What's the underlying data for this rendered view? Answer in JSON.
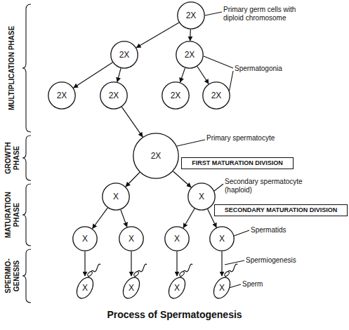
{
  "diagram": {
    "title": "Process of Spermatogenesis",
    "nodes": [
      {
        "text": [
          "2X"
        ]
      },
      {
        "text": [
          "2X"
        ]
      },
      {
        "text": [
          "2X"
        ]
      },
      {
        "text": [
          "2X"
        ]
      },
      {
        "text": [
          "2X"
        ]
      },
      {
        "text": [
          "2X"
        ]
      },
      {
        "text": [
          "2X"
        ]
      },
      {
        "text": [
          "2X"
        ]
      },
      {
        "text": [
          "FIRST MATURATION DIVISION"
        ]
      },
      {
        "text": [
          "X"
        ]
      },
      {
        "text": [
          "X"
        ]
      },
      {
        "text": [
          "SECONDARY MATURATION DIVISION"
        ]
      },
      {
        "text": [
          "X"
        ]
      },
      {
        "text": [
          "X"
        ]
      },
      {
        "text": [
          "X"
        ]
      },
      {
        "text": [
          "X"
        ]
      },
      {
        "text": [
          "X"
        ]
      },
      {
        "text": [
          "X"
        ]
      },
      {
        "text": [
          "X"
        ]
      },
      {
        "text": [
          "X"
        ]
      }
    ],
    "edges": [
      {
        "from": 0,
        "to": 1,
        "arrow": "to"
      },
      {
        "from": 0,
        "to": 2,
        "arrow": "to"
      },
      {
        "from": 1,
        "to": 3,
        "arrow": "to"
      },
      {
        "from": 1,
        "to": 4,
        "arrow": "to"
      },
      {
        "from": 2,
        "to": 5,
        "arrow": "to"
      },
      {
        "from": 2,
        "to": 6,
        "arrow": "to"
      },
      {
        "from": 4,
        "to": 7,
        "arrow": "to"
      },
      {
        "from": 7,
        "to": 9,
        "arrow": "to"
      },
      {
        "from": 7,
        "to": 10,
        "arrow": "to"
      },
      {
        "from": 9,
        "to": 12,
        "arrow": "to"
      },
      {
        "from": 9,
        "to": 13,
        "arrow": "to"
      },
      {
        "from": 10,
        "to": 14,
        "arrow": "to"
      },
      {
        "from": 10,
        "to": 15,
        "arrow": "to"
      },
      {
        "from": 12,
        "to": 16,
        "arrow": "to"
      },
      {
        "from": 13,
        "to": 17,
        "arrow": "to"
      },
      {
        "from": 14,
        "to": 18,
        "arrow": "to"
      },
      {
        "from": 15,
        "to": 19,
        "arrow": "to"
      }
    ],
    "labels": [
      "MULTIPLICATION PHASE",
      "Primary germ cells with diploid chromosome",
      "Spermatogonia",
      "GROWTH PHASE",
      "Primary spermatocyte",
      "MATURATION PHASE",
      "Secondary spermatocyte (haploid)",
      "Spermatids",
      "SPERMIO- GENESIS",
      "Spermiogenesis",
      "Sperm"
    ]
  }
}
